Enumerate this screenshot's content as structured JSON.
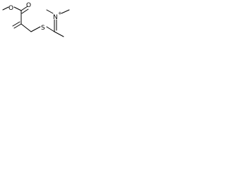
{
  "molecule": {
    "atoms": {
      "oxygen_methoxy": "O",
      "oxygen_carbonyl": "O",
      "sulfur": "S",
      "nitrogen": "N",
      "nitrogen_charge": "+"
    },
    "colors": {
      "bond": "#000000",
      "label": "#000000",
      "background": "#ffffff"
    }
  }
}
